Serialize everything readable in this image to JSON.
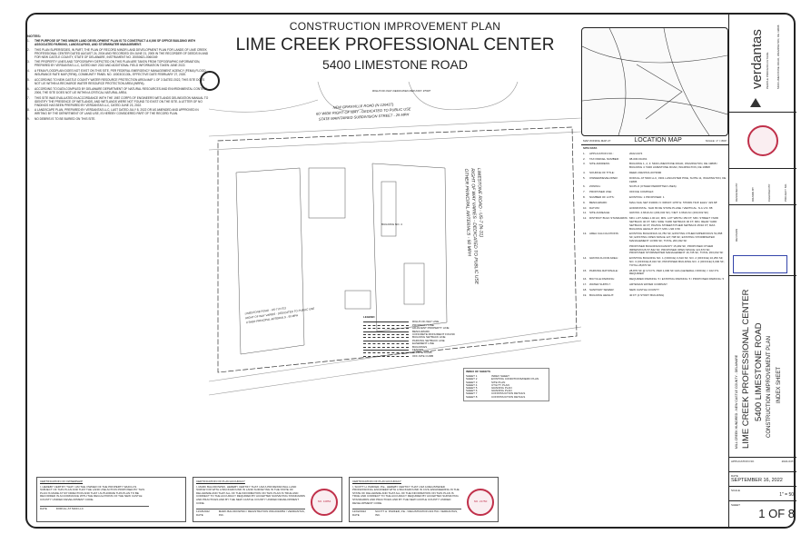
{
  "header": {
    "subtitle": "CONSTRUCTION IMPROVEMENT PLAN",
    "title": "LIME CREEK PROFESSIONAL CENTER",
    "address": "5400 LIMESTONE ROAD"
  },
  "notes": {
    "heading": "NOTES:",
    "items": [
      "THE PURPOSE OF THIS MINOR LAND DEVELOPMENT PLAN IS TO CONSTRUCT A 6,000 SF OFFICE BUILDING WITH ASSOCIATED PARKING, LANDSCAPING, AND STORMWATER MANAGEMENT.",
      "THIS PLAN SUPERSEDES, IN PART, THE PLAN OF RECORD MINOR LAND DEVELOPMENT PLAN FOR LANDS OF LIME CREEK PROFESSIONAL CENTER DATED AUGUST 24, 2004 AND RECORDED ON JUNE 21, 2005 IN THE RECORDER OF DEEDS IN AND FOR NEW CASTLE COUNTY, STATE OF DELAWARE, INSTRUMENT NO. 20050621-0060349",
      "THE PROPERTY LINES AND TOPOGRAPHY DEPICTED ON THIS PLAN ARE TAKEN FROM TOPOGRAPHIC INFORMATION, PREPARED BY VERDANTAS LLC, DATED MAY 2022 AND ADDITIONAL FIELD INFORMATION TAKEN JUNE 2022.",
      "A FEMA FLOODPLAIN DOES NOT EXIST ON THIS SITE, PER FEDERAL EMERGENCY MANAGEMENT AGENCY (FEMA) FLOOD INSURANCE RATE MAP (FIRM), COMMUNITY PANEL NO. 10003C0130L, EFFECTIVE DATE FEBRUARY 27, 2020.",
      "ACCORDING TO NEW CASTLE COUNTY WATER RESOURCE PROTECTION AREA MAP 1 OF 3 DATED 2022, THIS SITE DOES NOT LIE WITHIN A RECHARGE WATER RESOURCE PROTECTION AREA (WRPA).",
      "ACCORDING TO DATA COMPILED BY DELAWARE DEPARTMENT OF NATURAL RESOURCES AND ENVIRONMENTAL CONTROL 2006, THE SITE DOES NOT LIE WITHIN A CRITICAL NATURAL AREA.",
      "THIS SITE WAS EVALUATED IN ACCORDANCE WITH THE 1987 CORPS OF ENGINEERS WETLANDS DELINEATION MANUAL TO IDENTIFY THE PRESENCE OF WETLANDS, AND WETLANDS WERE NOT FOUND TO EXIST ON THE SITE. A LETTER OF NO FINDINGS HAS BEEN PREPARED BY VERDANTAS LLC, DATED JUNE 23, 2022.",
      "A LANDSCAPE PLAN, PREPARED BY VERDANTAS LLC, LAST DATED JULY 8, 2022 OR AS AMENDED AND APPROVED IN WRITING BY THE DEPARTMENT OF LAND USE, IS HEREBY CONSIDERED PART OF THE RECORD PLAN.",
      "NO DEBRIS IS TO BE BURIED ON THIS SITE."
    ]
  },
  "plan": {
    "road_label": "NEW GRANVILLE ROAD (N-126427)",
    "road_row": "60' WIDE RIGHT OF WAY - DEDICATED TO PUBLIC USE",
    "road_class": "STATE MAINTAINED SUBDIVISION STREET - 25 MPH",
    "limestone": "LIMESTONE ROAD - US-7 (N-31)",
    "limestone_row": "RIGHT OF WAY VARIES - DEDICATED TO PUBLIC USE",
    "limestone_class": "OTHER PRINCIPAL ARTERIALS - 50 MPH",
    "row_note": "RIGHT-OF-WAY DEDICATED PER INST. #7907",
    "building": "BUILDING NO. 4"
  },
  "legend": {
    "heading": "LEGEND",
    "items": [
      "RIGHT-OF-WAY LINE",
      "PROPERTY LINE",
      "ADJACENT PROPERTY LINE",
      "BENCHMARK",
      "CONCRETE MONUMENT FOUND",
      "BUILDING SETBACK LINE",
      "PARKING SETBACK LINE",
      "EASEMENT LINE",
      "BUILDINGS",
      "FENCES",
      "ON-SITE CURB",
      "OFF-SITE CURB"
    ]
  },
  "index": {
    "heading": "INDEX OF SHEETS",
    "rows": [
      [
        "SHEET 1",
        "INDEX SHEET"
      ],
      [
        "SHEET 2",
        "EXISTING CONDITIONS/DEMO PLAN"
      ],
      [
        "SHEET 3",
        "SITE PLAN"
      ],
      [
        "SHEET 4",
        "UTILITY PLAN"
      ],
      [
        "SHEET 5",
        "GRADING PLAN"
      ],
      [
        "SHEET 6",
        "GRADING PLAN"
      ],
      [
        "SHEET 7",
        "CONSTRUCTION DETAILS"
      ],
      [
        "SHEET 8",
        "CONSTRUCTION DETAILS"
      ]
    ]
  },
  "location_map": {
    "title": "LOCATION MAP",
    "left": "MAP ZONING MAP 27",
    "scale": "SCALE: 1\" = 800'"
  },
  "site_data": {
    "heading": "SITE DATA",
    "rows": [
      [
        "1.",
        "APPLICATION NO.:",
        "2022-0474"
      ],
      [
        "2.",
        "TAX PARCEL NUMBER:",
        "08-030.00-061"
      ],
      [
        "3.",
        "SITE ADDRESS:",
        "BUILDING 1, 2, 3: 5400 LIMESTONE ROAD, WILMINGTON, DE 19808 / BUILDING 4: 5400 LIMESTONE ROAD, WILMINGTON, DE 19808"
      ],
      [
        "4.",
        "SOURCE OF TITLE:",
        "DEED 20220721-0073690"
      ],
      [
        "5.",
        "OWNER/DEVELOPER:",
        "DORULL AT 5400 LLC, 3301 LANCASTER PIKE, SUITE 11, WILMINGTON, DE 19805"
      ],
      [
        "6.",
        "ZONING:",
        "NC/PLO (OTHER PERMITTED USES)"
      ],
      [
        "7.",
        "PROPOSED USE:",
        "OFFICE COMPLEX"
      ],
      [
        "8.",
        "NUMBER OF LOTS:",
        "EXISTING: 1    PROPOSED: 1"
      ],
      [
        "9.",
        "BENCHMARK:",
        "MAG NAIL SET #10001 N: 606337.1378' E: 576309.7316' ELEV: 323.68'"
      ],
      [
        "10.",
        "DATUM:",
        "HORIZONTAL: NAD 83 DE STATE PLANE / VERTICAL: N.A.V.D. 88"
      ],
      [
        "11.",
        "SITE ACREAGE:",
        "GROSS: 4.6610 AC (203,032 SF) / NET: 4.6610 AC (203,032 SF)"
      ],
      [
        "12.",
        "DISTRICT BULK STANDARDS:",
        "MIN. LOT AREA 1.00 AC; MIN. LOT WIDTH 150 FT; MIN. STREET YARD SETBACK 40 FT; MIN. SIDE YARD SETBACK 30 FT; MIN. REAR YARD SETBACK 40 FT; PAVING STREET/OTHER SETBACK 25/10 FT; MAX. BUILDING HEIGHT 45 FT; MIN. LSR 0.50"
      ],
      [
        "13.",
        "AREA CALCULATIONS:",
        "EXISTING BUILDINGS 10,782 SF; EXISTING OTHER IMPERVIOUS 51,868 SF; EXISTING OPEN SPACE 127,798 SF; EXISTING STORMWATER MANAGEMENT 13,584 SF; TOTAL 203,032 SF"
      ],
      [
        "",
        "",
        "PROPOSED BUILDINGS/CANOPY 15,282 SF; PROPOSED OTHER IMPERVIOUS 57,842 SF; PROPOSED OPEN SPACE 113,673 SF; PROPOSED STORMWATER MANAGEMENT 16,735 SF; TOTAL 203,032 SF"
      ],
      [
        "14.",
        "GROSS FLOOR AREA:",
        "EXISTING BUILDING NO. 1 (OFFICE) 3,610 SF; NO. 2 (OFFICE) 10,250 SF; NO. 3 (OFFICE) 8,010 SF; PROPOSED BUILDING NO. 4 (OFFICE) 6,000 SF; TOTAL 28,870 SF"
      ],
      [
        "15.",
        "PARKING RATIONALE:",
        "28,870 SF @ 3.5 P.S. PER 1,000 SF GFA (GENERAL OFFICE) = 102 P.S. REQUIRED"
      ],
      [
        "16.",
        "BICYCLE PARKING:",
        "REQUIRED PARKING: 5 / EXISTING PARKING: 5 / PROPOSED PARKING: 5"
      ],
      [
        "17.",
        "WATER SUPPLY:",
        "ARTESIAN WATER COMPANY"
      ],
      [
        "18.",
        "SANITARY SEWER:",
        "NEW CASTLE COUNTY"
      ],
      [
        "19.",
        "BUILDING HEIGHT:",
        "40 FT (2 STORY BUILDING)"
      ]
    ]
  },
  "certs": [
    {
      "title": "CERTIFICATION OF OWNERSHIP",
      "body": "I, HEREBY CERTIFY THAT I AM THE OWNER OF THE PROPERTY WHICH IS SUBJECT OF THIS PLAN AND THAT THE LAND USE ACTION PROPOSED BY THIS PLAN IS MADE AT MY DIRECTION AND THAT I AUTHORIZE THIS PLAN TO BE RECORDED IN ACCORDANCE WITH THE REGULATIONS OF THE NEW CASTLE COUNTY UNIFIED DEVELOPMENT CODE.",
      "date_label": "DATE",
      "signer": "DORULL AT 5400 LLC"
    },
    {
      "title": "CERTIFICATION OF PLAN ACCURACY",
      "body": "I, MARK BALODOWSKI, HEREBY CERTIFY THAT I AM A PROFESSIONAL LAND SURVEYOR WITH A BACKGROUND IN LAND SURVEYING IN THE STATE OF DELAWARE AND THAT ALL OF THE INFORMATION ON THIS PLAN IS TRUE AND CORRECT TO THE ACCURACY REQUIRED BY ACCEPTED SURVEYING STANDARDS AND PRACTICES AND BY THE NEW CASTLE COUNTY UNIFIED DEVELOPMENT CODE.",
      "date": "11/18/2022",
      "date_label": "DATE",
      "signer": "MARK BALODOWSKI / REGISTRATION #S6-0010854 / VERDANTAS, INC.",
      "seal": "NO. 10854"
    },
    {
      "title": "CERTIFICATION OF PLAN ACCURACY",
      "body": "I, SCOTT H. PARKER, P.E., HEREBY CERTIFY THAT I AM A REGISTERED PROFESSIONAL ENGINEER WITH A BACKGROUND IN CIVIL ENGINEERING IN THE STATE OF DELAWARE AND THAT ALL OF THE INFORMATION ON THIS PLAN IS TRUE AND CORRECT TO THE ACCURACY REQUIRED BY ACCEPTED SURVEYING STANDARDS AND PRACTICES AND BY THE NEW CASTLE COUNTY UNIFIED DEVELOPMENT CODE.",
      "date": "12/02/2022",
      "date_label": "DATE",
      "signer": "SCOTT H. PARKER, P.E. / REGISTRATION #21750 / VERDANTAS, INC.",
      "seal": "NO. 21750"
    }
  ],
  "title_block": {
    "company": "verdantas",
    "company_tag": "PEOPLE  PROCESS  FUTURE",
    "company_address": "5400 LIMESTONE ROAD, WILMINGTON, DE 19808",
    "designed_by": "DESIGNED BY",
    "drawn_by": "DRAWN BY",
    "checked_by": "CHECKED BY",
    "project_no": "PROJECT NO.",
    "revision": "REVISION",
    "hundred": "MILL CREEK HUNDRED - NEW CASTLE COUNTY - DELAWARE",
    "project": "LIME CREEK PROFESSIONAL CENTER",
    "address": "5400 LIMESTONE ROAD",
    "plan_type": "CONSTRUCTION IMPROVEMENT PLAN",
    "sheet_name": "INDEX SHEET",
    "application_label": "APPLICATION NO.",
    "application": "2022-0474",
    "date_label": "DATE",
    "date": "SEPTEMBER 16, 2022",
    "scale_label": "SCALE",
    "scale": "1\" = 50'",
    "sheet_label": "SHEET",
    "sheet": "1 OF 8"
  },
  "colors": {
    "seal": "#c0304a",
    "stamp_blue": "#3344aa"
  }
}
